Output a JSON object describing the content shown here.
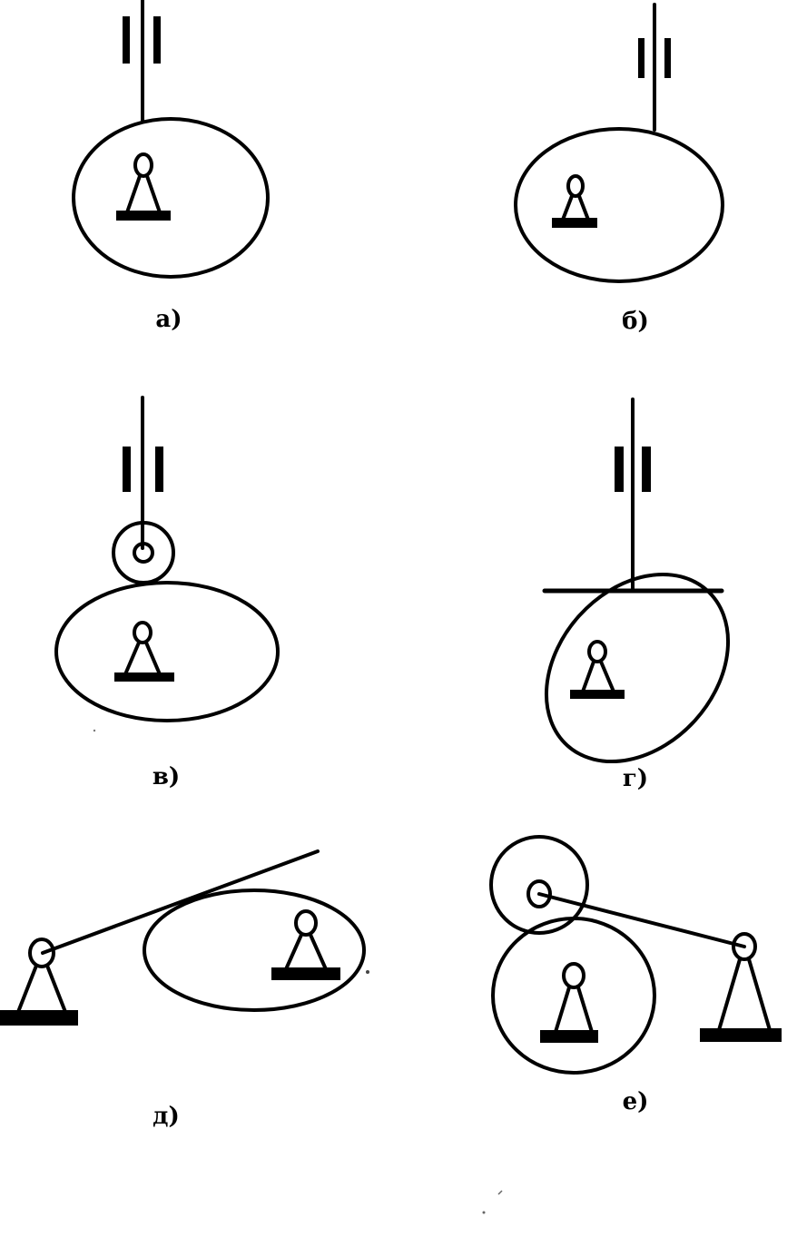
{
  "figure": {
    "captions": {
      "a": "а)",
      "b": "б)",
      "v": "в)",
      "g": "г)",
      "d": "д)",
      "e": "е)"
    }
  }
}
